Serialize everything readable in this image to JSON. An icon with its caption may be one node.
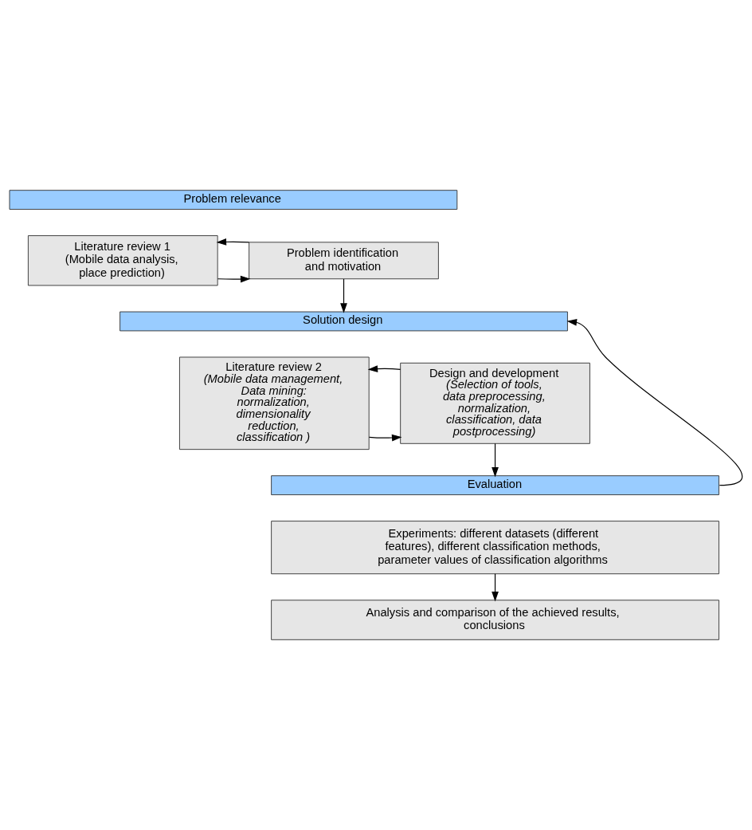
{
  "diagram": {
    "nodes": [
      {
        "text": [
          "Problem relevance"
        ]
      },
      {
        "text": [
          "Literature review 1 (Mobile data analysis, place prediction)"
        ]
      },
      {
        "text": [
          "Problem identification and motivation"
        ]
      },
      {
        "text": [
          "Solution design"
        ]
      },
      {
        "text": [
          "Literature review 2",
          "(Mobile data management, Data mining: normalization, dimensionality reduction, classification )"
        ]
      },
      {
        "text": [
          "Design and development",
          "(Selection of tools, data preprocessing, normalization, classification, data postprocessing)"
        ]
      },
      {
        "text": [
          "Evaluation"
        ]
      },
      {
        "text": [
          "Experiments: different datasets (different features), different classification methods, parameter values of classification algorithms"
        ]
      },
      {
        "text": [
          "Analysis and comparison of the achieved results, conclusions"
        ]
      }
    ],
    "edges": [
      {
        "from": 1,
        "to": 2,
        "arrow": "to"
      },
      {
        "from": 2,
        "to": 1,
        "arrow": "to"
      },
      {
        "from": 2,
        "to": 3,
        "arrow": "to"
      },
      {
        "from": 4,
        "to": 5,
        "arrow": "to"
      },
      {
        "from": 5,
        "to": 4,
        "arrow": "to"
      },
      {
        "from": 5,
        "to": 6,
        "arrow": "to"
      },
      {
        "from": 6,
        "to": 3,
        "arrow": "to"
      },
      {
        "from": 7,
        "to": 8,
        "arrow": "to"
      }
    ]
  }
}
